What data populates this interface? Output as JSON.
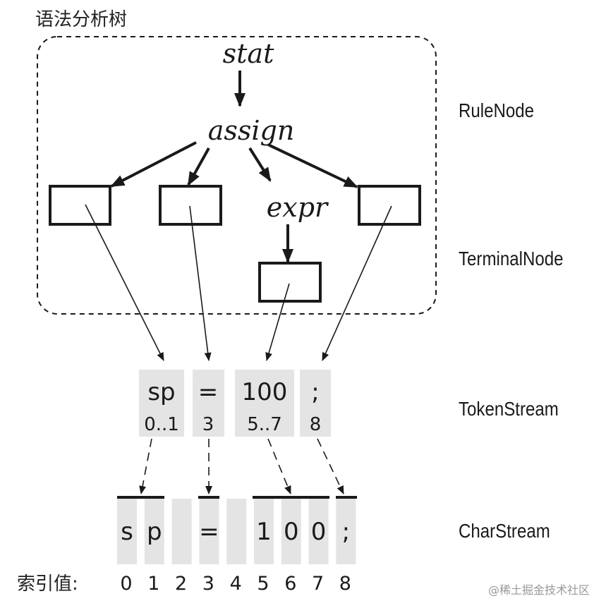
{
  "title": "语法分析树",
  "tree": {
    "root": "stat",
    "child": "assign",
    "subrule": "expr",
    "terminal_count": 4
  },
  "layer_labels": {
    "rule_node": "RuleNode",
    "terminal_node": "TerminalNode",
    "token_stream": "TokenStream",
    "char_stream": "CharStream"
  },
  "tokens": [
    {
      "text": "sp",
      "range": "0..1",
      "start": 0,
      "end": 1
    },
    {
      "text": "=",
      "range": "3",
      "start": 3,
      "end": 3
    },
    {
      "text": "100",
      "range": "5..7",
      "start": 5,
      "end": 7
    },
    {
      "text": ";",
      "range": "8",
      "start": 8,
      "end": 8
    }
  ],
  "chars": [
    "s",
    "p",
    "",
    "=",
    "",
    "1",
    "0",
    "0",
    ";"
  ],
  "index_label": "索引值:",
  "indices": [
    "0",
    "1",
    "2",
    "3",
    "4",
    "5",
    "6",
    "7",
    "8"
  ],
  "watermark": "@稀土掘金技术社区",
  "colors": {
    "ink": "#1a1a1a",
    "cell_fill": "#e4e4e4",
    "watermark": "#999999"
  }
}
